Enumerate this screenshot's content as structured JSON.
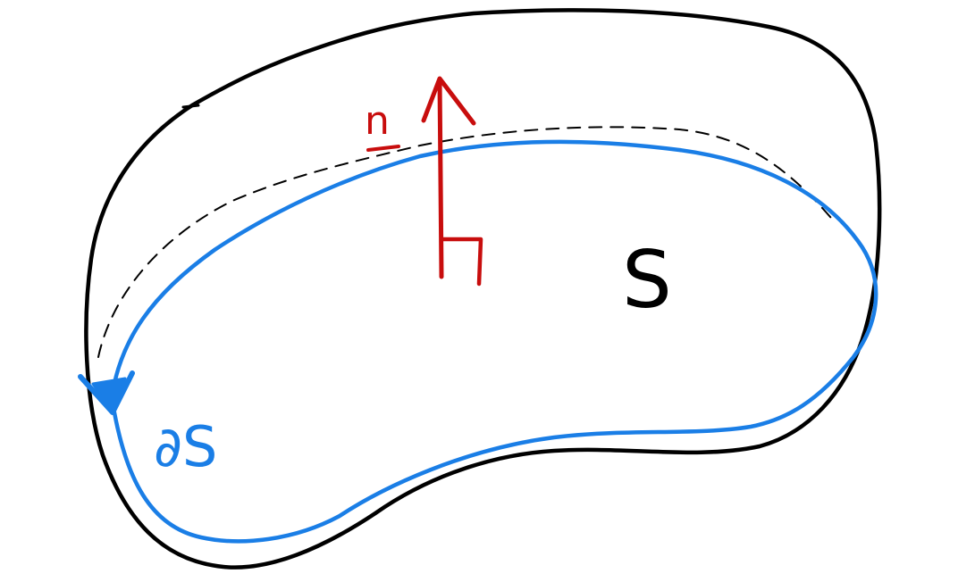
{
  "diagram": {
    "labels": {
      "surface": "S",
      "boundary": "∂S",
      "normal": "n"
    },
    "colors": {
      "surface_outline": "#000000",
      "boundary_curve": "#1a7ee6",
      "normal_vector": "#c80d0d",
      "background": "#ffffff"
    }
  }
}
